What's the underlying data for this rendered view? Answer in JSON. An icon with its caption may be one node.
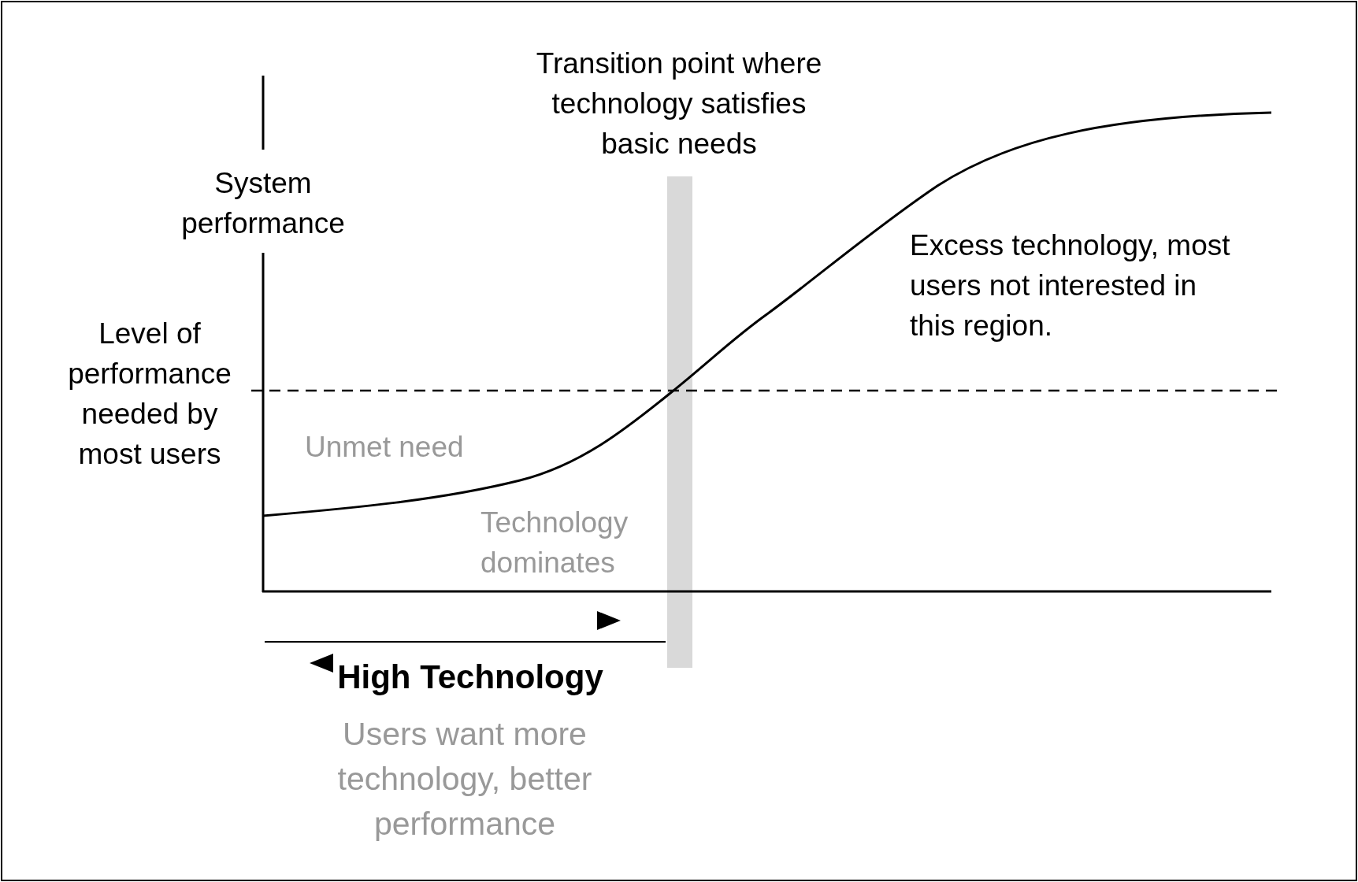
{
  "diagram": {
    "nodes": [
      {
        "text": [],
        "shape": "bar"
      }
    ],
    "labels": [
      "Transition point where technology satisfies basic needs",
      "System performance",
      "Excess technology, most users not interested in this region.",
      "Level of performance needed by most users",
      "Unmet need",
      "Technology dominates",
      "High Technology",
      "Users want more technology, better performance"
    ]
  }
}
